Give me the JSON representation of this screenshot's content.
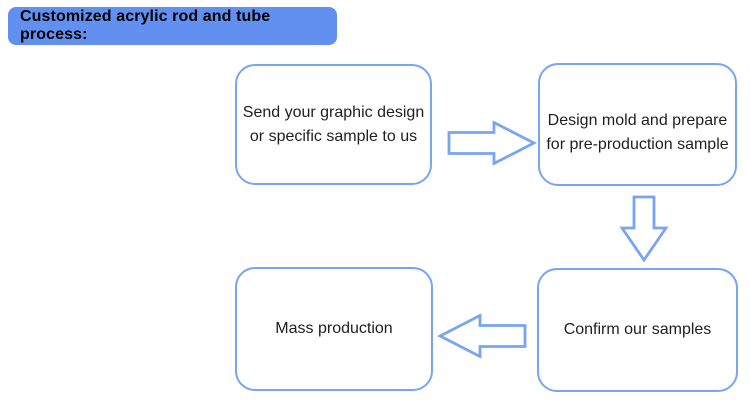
{
  "title": {
    "text": "Customized acrylic rod and tube process:"
  },
  "flow": {
    "boxes": [
      {
        "id": "step-1",
        "lines": [
          "Send your graphic design",
          "or specific sample to us"
        ]
      },
      {
        "id": "step-2",
        "lines": [
          "Design mold and prepare",
          "for pre-production sample"
        ]
      },
      {
        "id": "step-3",
        "lines": [
          "Confirm our samples"
        ]
      },
      {
        "id": "step-4",
        "lines": [
          "Mass production"
        ]
      }
    ],
    "arrows": [
      {
        "name": "arrow-step1-to-step2",
        "direction": "right"
      },
      {
        "name": "arrow-step2-to-step3",
        "direction": "down"
      },
      {
        "name": "arrow-step3-to-step4",
        "direction": "left"
      }
    ]
  },
  "colors": {
    "banner_bg": "#6190F0",
    "box_border": "#78A4F2",
    "arrow": "#78A4F2",
    "text": "#1F1F1F",
    "title_text": "#000000",
    "page_bg": "#FFFFFF"
  }
}
